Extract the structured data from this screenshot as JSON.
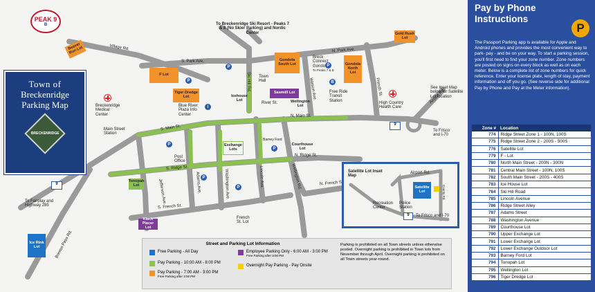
{
  "map": {
    "logo": {
      "text": "PEAK 9",
      "sub": "B"
    },
    "title_line1": "Town of",
    "title_line2": "Breckenridge",
    "title_line3": "Parking Map",
    "seal_text": "BRECKENRIDGE",
    "streets": {
      "village_rd": "Village Rd.",
      "s_park_ave": "S. Park Ave.",
      "n_park_ave": "N. Park Ave.",
      "s_main_st": "S. Main St.",
      "n_main_st": "N. Main St.",
      "s_ridge_st": "S. Ridge St.",
      "n_ridge_st": "N. Ridge St.",
      "s_french_st": "S. French St.",
      "n_french_st": "N. French St.",
      "ski_hill_rd": "Ski Hill Rd.",
      "watson_ave": "Watson Ave.",
      "french_st": "French St.",
      "airport_rd": "Airport Rd.",
      "jefferson_ave": "Jefferson Ave.",
      "adams_ave": "Adams Ave.",
      "washington_ave": "Washington Ave.",
      "lincoln_ave": "Lincoln Ave.",
      "wellington_rd": "Wellington Rd.",
      "boreas_pass_rd": "Boreas Pass Rd.",
      "main_street_station": "Main Street Station",
      "french_st_lot": "French St. Lot",
      "post_office": "Post Office",
      "town_hall": "Town Hall",
      "river_st": "River St.",
      "barney_ford": "Barney Ford"
    },
    "places": {
      "to_ski_resort": "To Breckenridge Ski Resort - Peaks 7 & 8 (No Skier Parking) and Nordic Center",
      "breck_connect": "Breck Connect Gondola",
      "to_peaks": "To Peaks 7 & 8",
      "free_ride": "Free Ride Transit Station",
      "medical": "Breckenridge Medical Center",
      "high_country": "High Country Health Care",
      "blue_river": "Blue River Plaza Info Center",
      "see_inset": "See Inset Map below for Satellite Lot location",
      "to_frisco": "To Frisco and I-70",
      "to_fairplay": "To Fairplay and Highway 285",
      "highway": "9"
    },
    "lots": {
      "beaver_run": "Beaver Run Lot",
      "f_lot": "F Lot",
      "tiger_dredge": "Tiger Dredge Lot",
      "icehouse": "Icehouse Lot",
      "sawmill": "Sawmill Lot",
      "wellington": "Wellington Lot",
      "gondola_south": "Gondola South Lot",
      "gondola_north": "Gondola North Lot",
      "gold_rush": "Gold Rush Lot",
      "exchange": "Exchange Lots",
      "courthouse": "Courthouse Lot",
      "tonopah": "Tonopah Lot",
      "klack_placer": "Klack Placer Lot",
      "ice_rink": "Ice Rink Lot"
    },
    "inset": {
      "title": "Satellite Lot Inset Map",
      "satellite": "Satellite Lot",
      "airport_rd": "Airport Rd.",
      "recreation": "Recreation Center",
      "police": "Police Station",
      "to_frisco": "To Frisco and I-70",
      "highway": "9",
      "county_rd": "County Rd."
    },
    "legend": {
      "title": "Street and Parking Lot Information",
      "free": "Free Parking - All Day",
      "pay": "Pay Parking - 10:00 AM - 8:00 PM",
      "pay7": "Pay Parking - 7:00 AM - 3:00 PM",
      "pay7_sub": "Free Parking after 3:00 PM",
      "employee": "Employee Parking Only - 6:00 AM - 3:00 PM",
      "employee_sub": "Free Parking after 3:00 PM",
      "overnight": "Overnight Pay Parking - Pay Onsite",
      "note": "Parking is prohibited on all Town streets unless otherwise posted. Overnight parking is prohibited in Town lots from November through April. Overnight parking is prohibited on all Town streets year-round."
    },
    "colors": {
      "road": "#9a9a9a",
      "pay_street": "#8cc152",
      "orange": "#f2922b",
      "purple": "#7d3c98",
      "blue": "#1f73c7",
      "yellow": "#f4d000",
      "navy": "#1d3e7e"
    }
  },
  "panel": {
    "title_line1": "Pay by Phone",
    "title_line2": "Instructions",
    "badge": "P",
    "description": "The Passport Parking app is available for Apple and Android phones and provides the most convenient way to park- pay - and be on your way. To start a parking session, you'll first need to find your zone number. Zone numbers are posted on signs on every block as well as on each meter. Below is a complete list of zone numbers for quick reference. Enter your license plate, length of stay, payment information and off you go. (See reverse side for additional Pay by Phone and Pay at the Meter information).",
    "table_headers": {
      "zone": "Zone #",
      "location": "Location"
    },
    "zones": [
      {
        "zone": "774",
        "location": "Ridge Street Zone 1 - 100N, 100S"
      },
      {
        "zone": "775",
        "location": "Ridge Street Zone 2 - 200S - 500S"
      },
      {
        "zone": "776",
        "location": "Satellite Lot"
      },
      {
        "zone": "779",
        "location": "F - Lot"
      },
      {
        "zone": "780",
        "location": "North Main Street - 200N - 300N"
      },
      {
        "zone": "781",
        "location": "Central Main Street - 100N, 100S"
      },
      {
        "zone": "782",
        "location": "South Main Street - 200S - 400S"
      },
      {
        "zone": "783",
        "location": "Ice House Lot"
      },
      {
        "zone": "784",
        "location": "Ski Hill Road"
      },
      {
        "zone": "785",
        "location": "Lincoln Avenue"
      },
      {
        "zone": "786",
        "location": "Ridge Street Alley"
      },
      {
        "zone": "787",
        "location": "Adams Street"
      },
      {
        "zone": "788",
        "location": "Washington Avenue"
      },
      {
        "zone": "789",
        "location": "Courthouse Lot"
      },
      {
        "zone": "790",
        "location": "Upper Exchange Lot"
      },
      {
        "zone": "791",
        "location": "Lower Exchange Lot"
      },
      {
        "zone": "792",
        "location": "Lower Exchange Outdoor Lot"
      },
      {
        "zone": "793",
        "location": "Barney Ford Lot"
      },
      {
        "zone": "794",
        "location": "Tonopah Lot"
      },
      {
        "zone": "795",
        "location": "Wellington Lot"
      },
      {
        "zone": "796",
        "location": "Tiger Dredge Lot"
      }
    ]
  }
}
